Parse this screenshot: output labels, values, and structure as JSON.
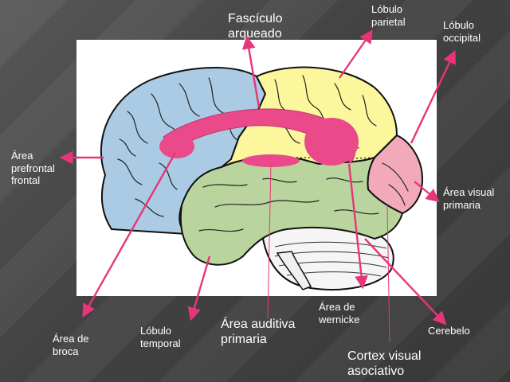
{
  "labels": {
    "fasciculo": "Fascículo\narqueado",
    "lobulo_parietal": "Lóbulo\nparietal",
    "lobulo_occipital": "Lóbulo\noccipital",
    "area_prefrontal": "Área\nprefrontal\nfrontal",
    "area_visual_primaria": "Área visual\nprimaria",
    "area_de_broca": "Área de\nbroca",
    "lobulo_temporal": "Lóbulo\ntemporal",
    "area_auditiva_primaria": "Área auditiva\nprimaria",
    "area_de_wernicke": "Área de\nwernicke",
    "cerebelo": "Cerebelo",
    "cortex_visual_asociativo": "Cortex visual\nasociativo"
  },
  "colors": {
    "frontal": "#aacbe3",
    "parietal": "#fcf69c",
    "temporal": "#b9d49c",
    "occipital": "#f2a9b9",
    "pathway": "#eb4a8a",
    "arrow": "#e8357a",
    "text": "#ffffff"
  }
}
